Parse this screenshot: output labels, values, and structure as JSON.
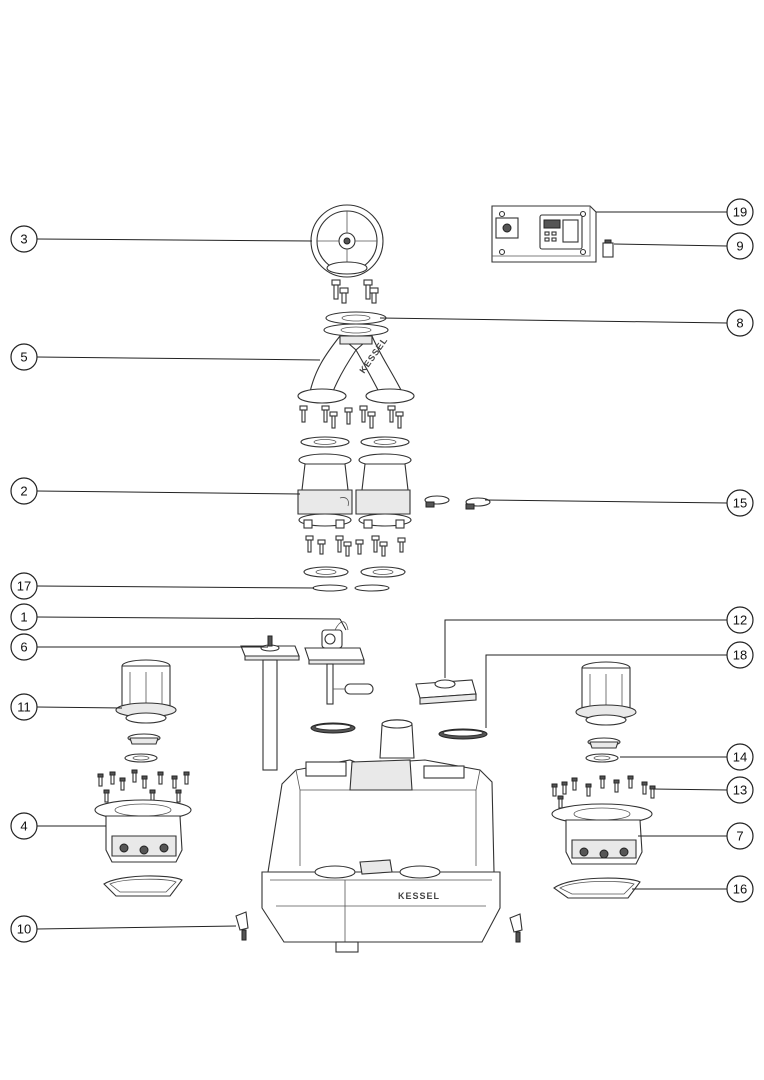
{
  "callouts": [
    {
      "id": "c3",
      "label": "3"
    },
    {
      "id": "c19",
      "label": "19"
    },
    {
      "id": "c9",
      "label": "9"
    },
    {
      "id": "c8",
      "label": "8"
    },
    {
      "id": "c5",
      "label": "5"
    },
    {
      "id": "c2",
      "label": "2"
    },
    {
      "id": "c15",
      "label": "15"
    },
    {
      "id": "c17",
      "label": "17"
    },
    {
      "id": "c1",
      "label": "1"
    },
    {
      "id": "c12",
      "label": "12"
    },
    {
      "id": "c6",
      "label": "6"
    },
    {
      "id": "c18",
      "label": "18"
    },
    {
      "id": "c11",
      "label": "11"
    },
    {
      "id": "c14",
      "label": "14"
    },
    {
      "id": "c13",
      "label": "13"
    },
    {
      "id": "c4",
      "label": "4"
    },
    {
      "id": "c7",
      "label": "7"
    },
    {
      "id": "c16",
      "label": "16"
    },
    {
      "id": "c10",
      "label": "10"
    }
  ],
  "brand": "KESSEL",
  "colors": {
    "line": "#222222",
    "fill_light": "#e9e9e9",
    "fill_dark": "#555555"
  }
}
